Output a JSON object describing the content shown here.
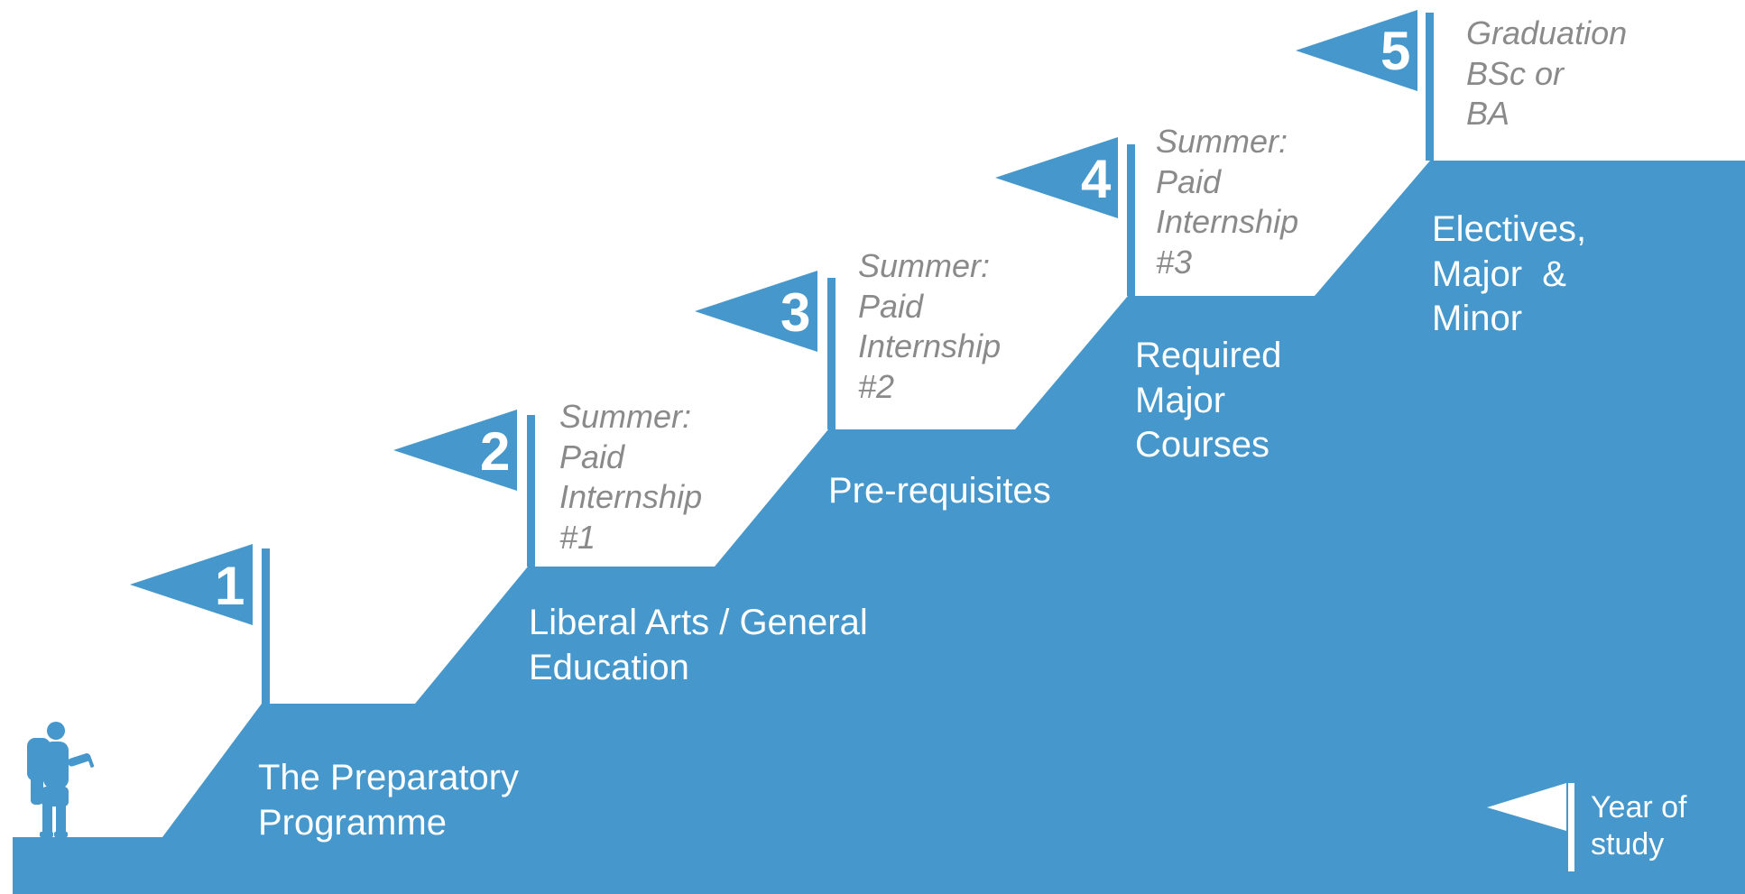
{
  "colors": {
    "staircase": "#4697cb",
    "flag": "#4697cb",
    "summer_text": "#8a8a8a",
    "stage_text": "#ffffff"
  },
  "steps": [
    {
      "number": "1",
      "label": "The Preparatory Programme",
      "milestone": ""
    },
    {
      "number": "2",
      "label": "Liberal Arts / General Education",
      "milestone": "Summer: Paid Internship #1"
    },
    {
      "number": "3",
      "label": "Pre-requisites",
      "milestone": "Summer: Paid Internship #2"
    },
    {
      "number": "4",
      "label": "Required Major Courses",
      "milestone": "Summer: Paid Internship #3"
    },
    {
      "number": "5",
      "label": "Electives, Major & Minor",
      "milestone": "Graduation BSc or BA"
    }
  ],
  "labels": {
    "s1": [
      "The Preparatory",
      "Programme"
    ],
    "s2": [
      "Liberal Arts / General",
      "Education"
    ],
    "s3": [
      "Pre-requisites"
    ],
    "s4": [
      "Required",
      "Major",
      "Courses"
    ],
    "s5": [
      "Electives,",
      "Major  &",
      "Minor"
    ],
    "m2": [
      "Summer:",
      "Paid",
      "Internship",
      "#1"
    ],
    "m3": [
      "Summer:",
      "Paid",
      "Internship",
      "#2"
    ],
    "m4": [
      "Summer:",
      "Paid",
      "Internship",
      "#3"
    ],
    "m5": [
      "Graduation",
      "BSc or",
      "BA"
    ]
  },
  "legend": {
    "lines": [
      "Year of",
      "study"
    ],
    "icon": "white-flag-icon"
  },
  "figure_icon": "hiker-silhouette-icon"
}
